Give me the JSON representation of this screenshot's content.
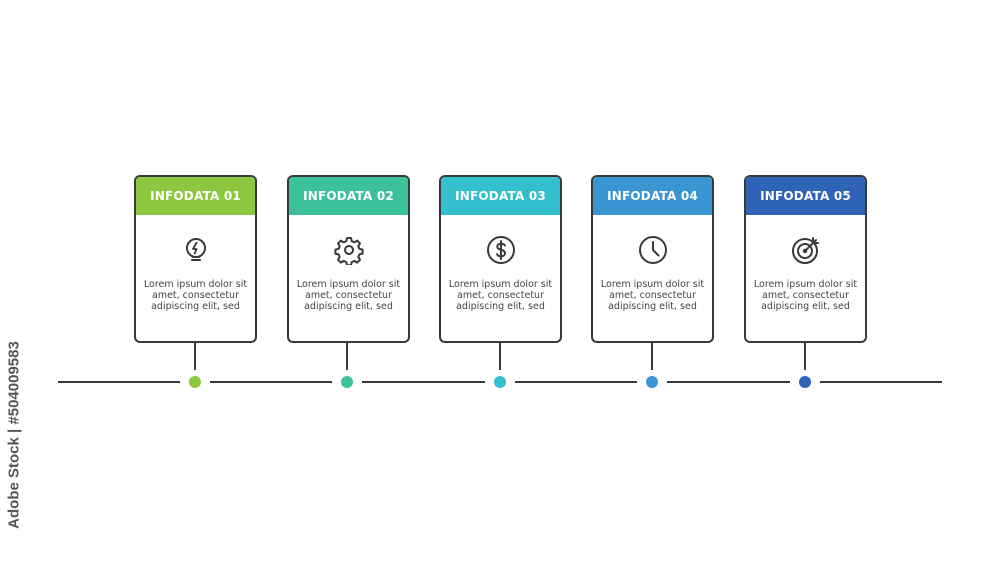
{
  "watermark": "Adobe Stock | #504009583",
  "colors": {
    "outline": "#3a3a3a",
    "text": "#444444"
  },
  "steps": [
    {
      "title": "INFODATA 01",
      "text": "Lorem ipsum dolor sit amet, consectetur adipiscing elit, sed",
      "color": "#8dc63f",
      "icon": "lightbulb-icon"
    },
    {
      "title": "INFODATA 02",
      "text": "Lorem ipsum dolor sit amet, consectetur adipiscing elit, sed",
      "color": "#3cc19a",
      "icon": "gear-icon"
    },
    {
      "title": "INFODATA 03",
      "text": "Lorem ipsum dolor sit amet, consectetur adipiscing elit, sed",
      "color": "#34bfcf",
      "icon": "dollar-icon"
    },
    {
      "title": "INFODATA 04",
      "text": "Lorem ipsum dolor sit amet, consectetur adipiscing elit, sed",
      "color": "#3a95d3",
      "icon": "clock-icon"
    },
    {
      "title": "INFODATA 05",
      "text": "Lorem ipsum dolor sit amet, consectetur adipiscing elit, sed",
      "color": "#2f63b8",
      "icon": "target-icon"
    }
  ]
}
